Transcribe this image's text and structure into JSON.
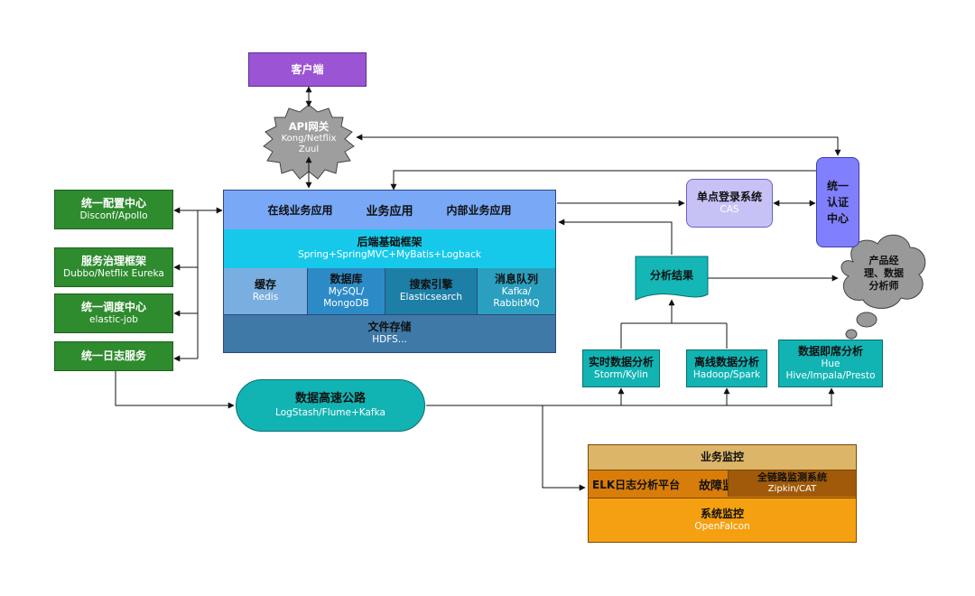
{
  "client": "客户端",
  "gateway": {
    "title": "API网关",
    "line1": "Kong/Netflix",
    "line2": "Zuul"
  },
  "left_services": [
    {
      "title": "统一配置中心",
      "sub": "Disconf/Apollo"
    },
    {
      "title": "服务治理框架",
      "sub": "Dubbo/Netflix Eureka"
    },
    {
      "title": "统一调度中心",
      "sub": "elastic-job"
    },
    {
      "title": "统一日志服务",
      "sub": ""
    }
  ],
  "app_layer": {
    "online": "在线业务应用",
    "business": "业务应用",
    "internal": "内部业务应用"
  },
  "framework": {
    "title": "后端基础框架",
    "sub": "Spring+SpringMVC+MyBatis+Logback"
  },
  "storage": [
    {
      "title": "缓存",
      "sub": "Redis"
    },
    {
      "title": "数据库",
      "sub": "MySQL/\nMongoDB"
    },
    {
      "title": "搜索引擎",
      "sub": "Elasticsearch"
    },
    {
      "title": "消息队列",
      "sub": "Kafka/\nRabbitMQ"
    }
  ],
  "file_storage": {
    "title": "文件存储",
    "sub": "HDFS..."
  },
  "sso": {
    "title": "单点登录系统",
    "sub": "CAS"
  },
  "auth": "统一\n认证\n中心",
  "analysis_result": "分析结果",
  "pm_cloud": "产品经\n理、数据\n分析师",
  "realtime": {
    "title": "实时数据分析",
    "sub": "Storm/Kylin"
  },
  "offline": {
    "title": "离线数据分析",
    "sub": "Hadoop/Spark"
  },
  "adhoc": {
    "title": "数据即席分析",
    "sub": "Hue\nHive/Impala/Presto"
  },
  "data_highway": {
    "title": "数据高速公路",
    "sub": "LogStash/Flume+Kafka"
  },
  "monitoring": {
    "business": "业务监控",
    "elk": "ELK日志分析平台",
    "fault": "故障监控",
    "fullchain_title": "全链路监测系统",
    "fullchain_sub": "Zipkin/CAT",
    "system_title": "系统监控",
    "system_sub": "OpenFalcon"
  },
  "colors": {
    "purple": "#9b55d4",
    "green": "#2e8b2e",
    "teal": "#12b3b3",
    "app_blue": "#79a8f7",
    "cyan": "#16c9ea",
    "auth_purple": "#8080ff",
    "orange": "#f5a010",
    "tan": "#dcb569",
    "brown": "#a05a0a",
    "gray": "#999999"
  }
}
